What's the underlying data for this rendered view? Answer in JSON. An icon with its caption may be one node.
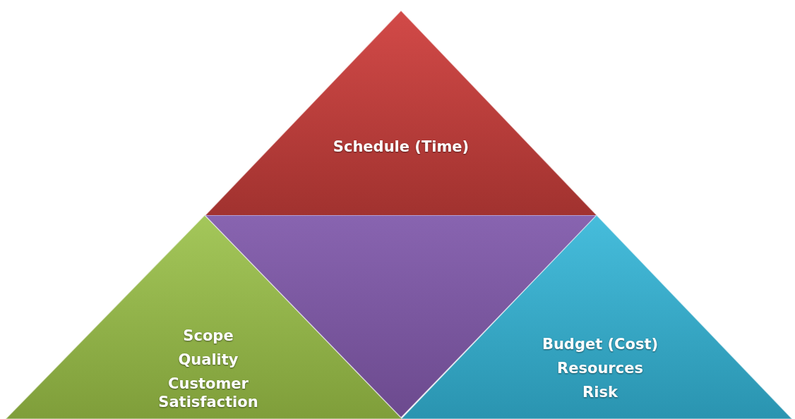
{
  "diagram": {
    "nodes": [
      {
        "text": [
          "Schedule (Time)"
        ]
      },
      {
        "text": [
          "Scope",
          "Quality",
          "Customer Satisfaction"
        ]
      },
      {
        "text": [],
        "shape": "triangle"
      },
      {
        "text": [
          "Budget (Cost)",
          "Resources",
          "Risk"
        ]
      }
    ]
  }
}
